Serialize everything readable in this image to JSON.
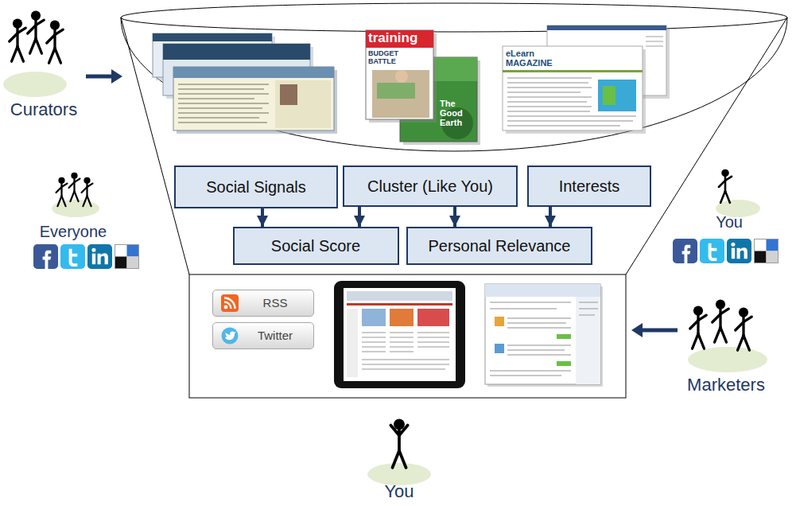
{
  "diagram": {
    "nodes": [
      {
        "text": [
          "Social Signals"
        ]
      },
      {
        "text": [
          "Cluster (Like You)"
        ]
      },
      {
        "text": [
          "Interests"
        ]
      },
      {
        "text": [
          "Social Score"
        ]
      },
      {
        "text": [
          "Personal Relevance"
        ]
      },
      {
        "text": [
          "RSS"
        ]
      },
      {
        "text": [
          "Twitter"
        ]
      }
    ],
    "edges": [
      {
        "from": 0,
        "to": 3,
        "arrow": "to"
      },
      {
        "from": 1,
        "to": 3,
        "arrow": "to"
      },
      {
        "from": 1,
        "to": 4,
        "arrow": "to"
      },
      {
        "from": 2,
        "to": 4,
        "arrow": "to"
      }
    ],
    "labels": [
      "Curators",
      "Everyone",
      "You",
      "Marketers",
      "You",
      "training",
      "BUDGET BATTLE",
      "The Good Earth",
      "eLearn MAGAZINE"
    ]
  }
}
